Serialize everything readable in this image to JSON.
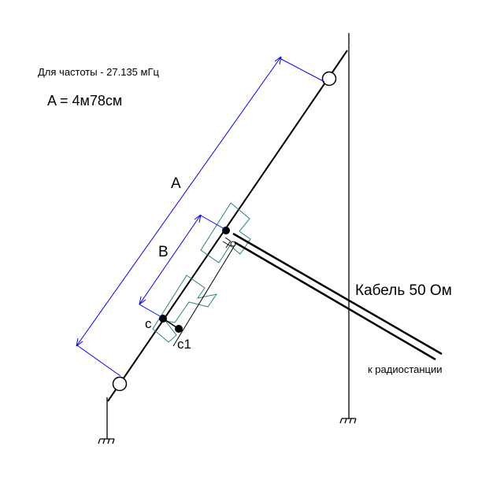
{
  "labels": {
    "frequency": "Для частоты  - 27.135 мГц",
    "length": "A =  4м78см",
    "dim_a": "A",
    "dim_b": "B",
    "point_c": "c",
    "point_c1": "c1",
    "cable": "Кабель 50 Ом",
    "radio": "к радиостанции"
  },
  "colors": {
    "line": "#000000",
    "dimension": "#0000ff",
    "match": "#2f7f7f"
  }
}
